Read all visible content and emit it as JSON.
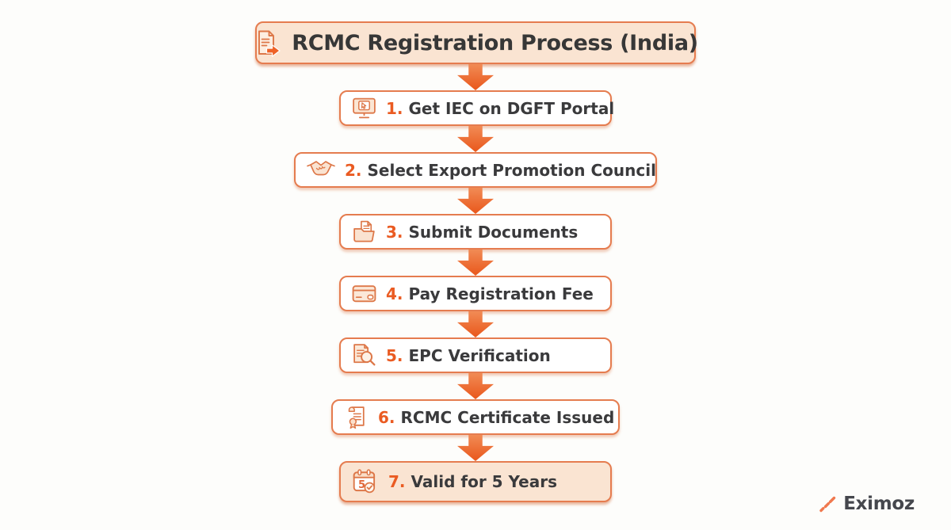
{
  "header": {
    "title": "RCMC Registration Process (India)",
    "icon": "document-export-icon"
  },
  "steps": [
    {
      "number": "1.",
      "label": "Get IEC on DGFT Portal",
      "icon": "monitor-cursor-icon"
    },
    {
      "number": "2.",
      "label": "Select Export Promotion Council",
      "icon": "handshake-icon"
    },
    {
      "number": "3.",
      "label": "Submit Documents",
      "icon": "folder-document-icon"
    },
    {
      "number": "4.",
      "label": "Pay Registration Fee",
      "icon": "credit-card-icon"
    },
    {
      "number": "5.",
      "label": "EPC Verification",
      "icon": "document-search-icon"
    },
    {
      "number": "6.",
      "label": "RCMC Certificate Issued",
      "icon": "certificate-scroll-icon"
    },
    {
      "number": "7.",
      "label": "Valid for 5 Years",
      "icon": "calendar-check-icon",
      "icon_text": "5",
      "highlighted": true
    }
  ],
  "branding": {
    "logo_text": "Eximoz",
    "logo_icon": "eximoz-logo-icon"
  },
  "colors": {
    "accent_orange": "#ea5b22",
    "border_orange": "#e57c4f",
    "highlight_fill": "#fae4d2",
    "box_fill": "#ffffff",
    "text_dark": "#3a3a3c",
    "background": "#fdfdfb",
    "icon_stroke": "#dd7748",
    "logo_text_color": "#45474d"
  }
}
